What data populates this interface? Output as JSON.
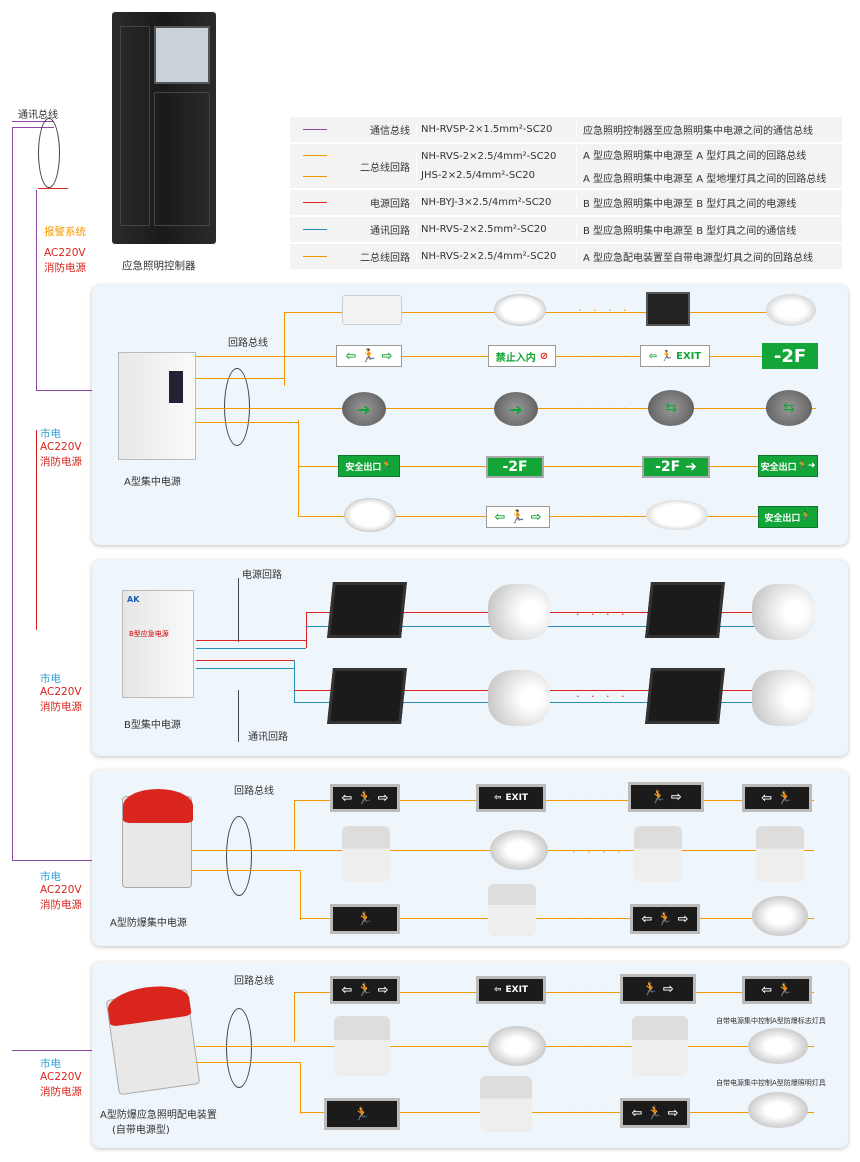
{
  "controller": {
    "label": "应急照明控制器",
    "left_labels": {
      "comm": "通讯总线",
      "fire_alarm": "报警系统",
      "ac": "AC220V",
      "fire_power": "消防电源"
    }
  },
  "legend": [
    {
      "name": "通信总线",
      "models": [
        "NH-RVSP-2×1.5mm²-SC20"
      ],
      "descs": [
        "应急照明控制器至应急照明集中电源之间的通信总线"
      ],
      "colors": [
        "#8c4aa6"
      ]
    },
    {
      "name": "二总线回路",
      "models": [
        "NH-RVS-2×2.5/4mm²-SC20",
        "JHS-2×2.5/4mm²-SC20"
      ],
      "descs": [
        "A 型应急照明集中电源至 A 型灯具之间的回路总线",
        "A 型应急照明集中电源至 A 型地埋灯具之间的回路总线"
      ],
      "colors": [
        "#f39800",
        "#f39800"
      ]
    },
    {
      "name": "电源回路",
      "models": [
        "NH-BYJ-3×2.5/4mm²-SC20"
      ],
      "descs": [
        "B 型应急照明集中电源至 B 型灯具之间的电源线"
      ],
      "colors": [
        "#d9251d"
      ]
    },
    {
      "name": "通讯回路",
      "models": [
        "NH-RVS-2×2.5mm²-SC20"
      ],
      "descs": [
        "B 型应急照明集中电源至 B 型灯具之间的通信线"
      ],
      "colors": [
        "#2a8fb8"
      ]
    },
    {
      "name": "二总线回路",
      "models": [
        "NH-RVS-2×2.5/4mm²-SC20"
      ],
      "descs": [
        "A 型应急配电装置至自带电源型灯具之间的回路总线"
      ],
      "colors": [
        "#f39800"
      ]
    }
  ],
  "panels": {
    "a_central": {
      "device": "A型集中电源",
      "loop": "回路总线"
    },
    "b_central": {
      "device": "B型集中电源",
      "power_loop": "电源回路",
      "comm_loop": "通讯回路",
      "box_text": "B型应急电源"
    },
    "a_explosion": {
      "device": "A型防爆集中电源",
      "loop": "回路总线"
    },
    "a_explosion_dist": {
      "device_line1": "A型防爆应急照明配电装置",
      "device_line2": "(自带电源型)",
      "loop": "回路总线",
      "note1": "自带电源集中控制A型防爆标志灯具",
      "note2": "自带电源集中控制A型防爆照明灯具"
    }
  },
  "side_labels": {
    "mains": "市电",
    "ac": "AC220V",
    "fire_power": "消防电源"
  },
  "signs": {
    "floor": "-2F",
    "no_entry": "禁止入内",
    "exit_cn": "安全出口",
    "exit_en": "EXIT"
  }
}
